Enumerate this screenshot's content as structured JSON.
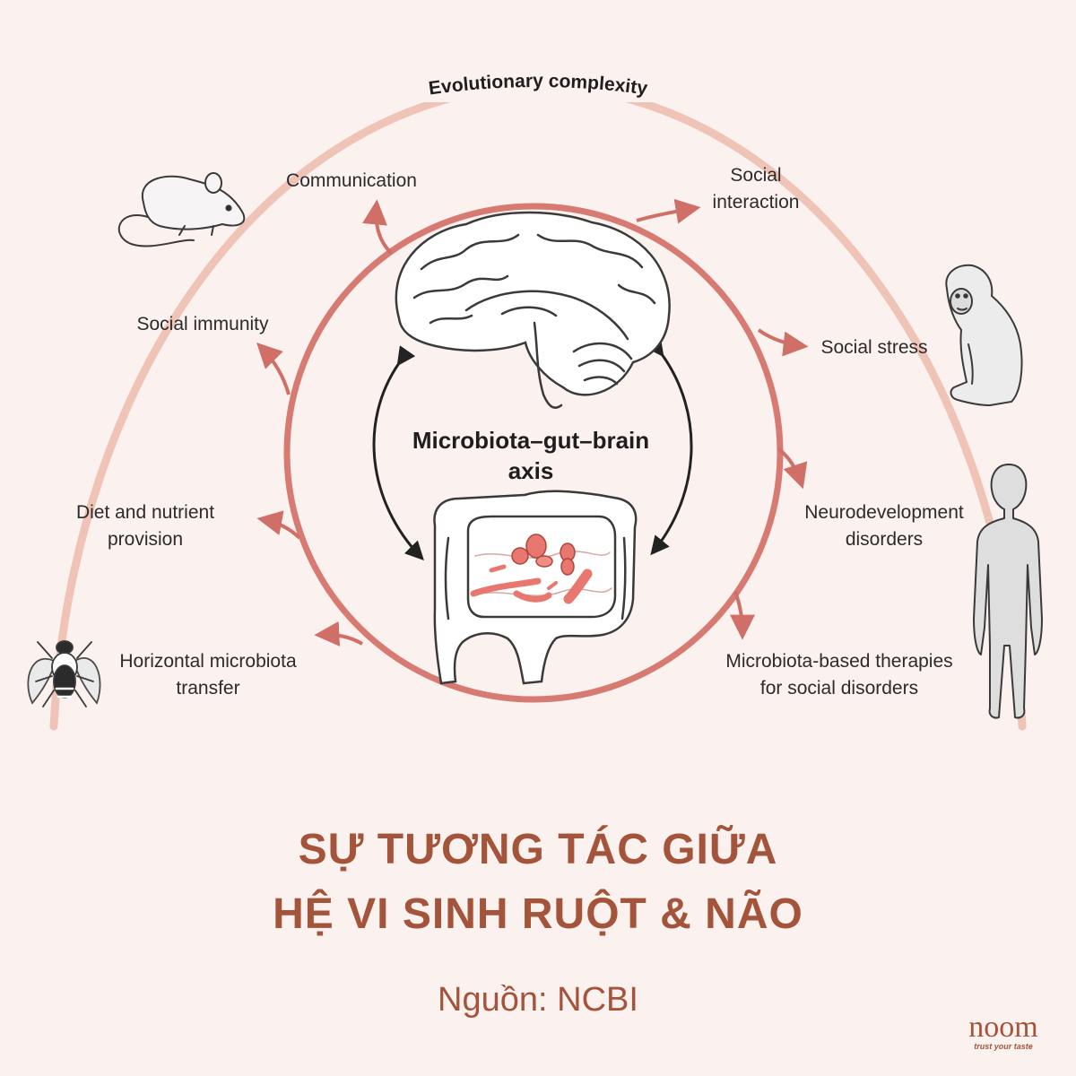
{
  "diagram": {
    "outer_arc_label": "Evolutionary complexity",
    "center_label": [
      "Microbiota–gut–brain",
      "axis"
    ],
    "left_labels": {
      "communication": "Communication",
      "social_immunity": "Social immunity",
      "diet": [
        "Diet and nutrient",
        "provision"
      ],
      "horizontal": [
        "Horizontal microbiota",
        "transfer"
      ]
    },
    "right_labels": {
      "social_interaction": [
        "Social",
        "interaction"
      ],
      "social_stress": "Social stress",
      "neurodevelopment": [
        "Neurodevelopment",
        "disorders"
      ],
      "therapies": [
        "Microbiota-based therapies",
        "for social disorders"
      ]
    },
    "colors": {
      "ring": "#d77a72",
      "arrow": "#cf6f67",
      "outer_arc": "#efc4b7",
      "outline": "#3a3a3a"
    }
  },
  "caption": {
    "title_line1": "SỰ TƯƠNG TÁC GIỮA",
    "title_line2": "HỆ VI SINH RUỘT & NÃO",
    "source": "Nguồn: NCBI",
    "title_color": "#a4543a"
  },
  "brand": {
    "logo_text": "noom",
    "tagline": "trust your taste"
  }
}
